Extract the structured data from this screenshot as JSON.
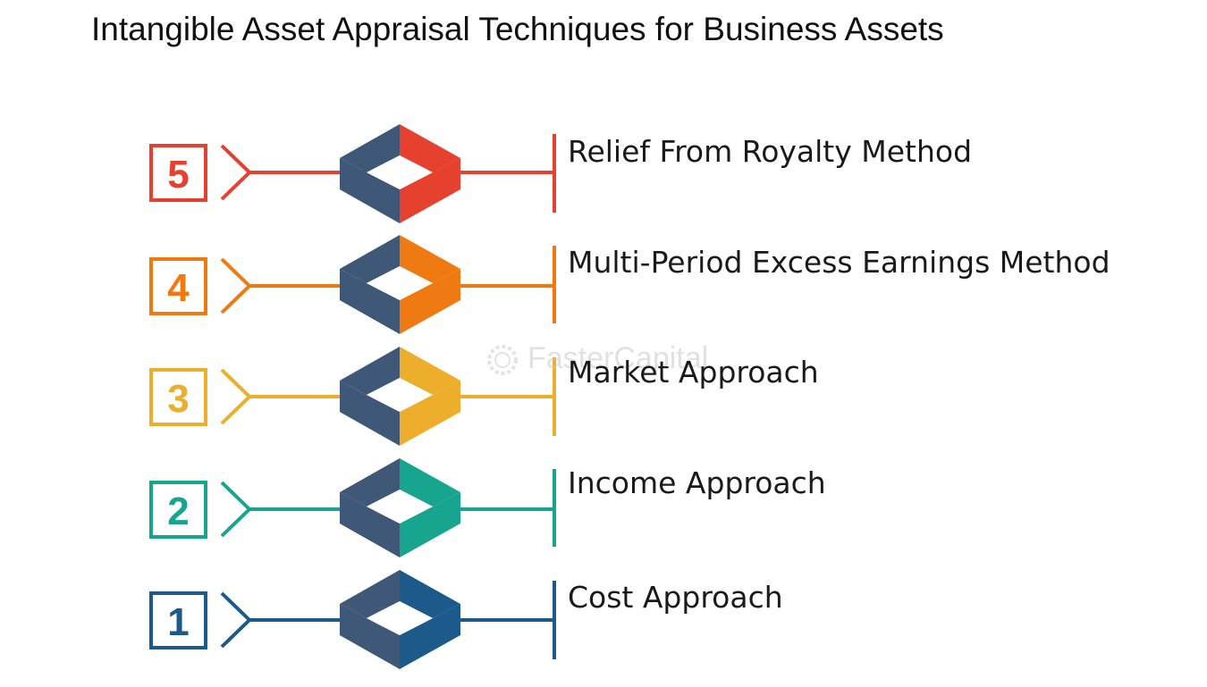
{
  "title": "Intangible Asset Appraisal Techniques for Business Assets",
  "watermark": "FasterCapital",
  "colors": {
    "frame_dark": "#3f5878"
  },
  "steps": [
    {
      "number": "5",
      "label": "Relief From Royalty Method",
      "color": "#e6402f"
    },
    {
      "number": "4",
      "label": "Multi-Period Excess Earnings Method",
      "color": "#f07a12"
    },
    {
      "number": "3",
      "label": "Market Approach",
      "color": "#ecae2b"
    },
    {
      "number": "2",
      "label": "Income Approach",
      "color": "#17a58f"
    },
    {
      "number": "1",
      "label": "Cost Approach",
      "color": "#1c5a8c"
    }
  ]
}
